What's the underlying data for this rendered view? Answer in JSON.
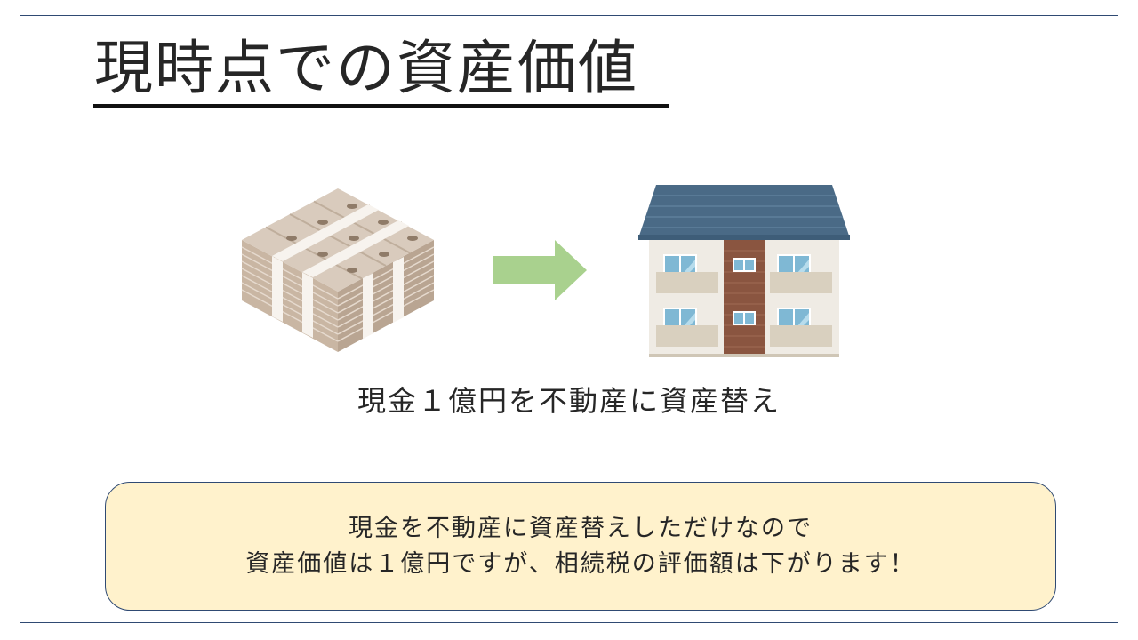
{
  "slide": {
    "title": "現時点での資産価値",
    "caption": "現金１億円を不動産に資産替え",
    "note_lines": [
      "現金を不動産に資産替えしただけなので",
      "資産価値は１億円ですが、相続税の評価額は下がります！"
    ]
  },
  "icons": {
    "money": "banknote-stack-icon",
    "arrow": "right-arrow-icon",
    "building": "apartment-building-icon"
  },
  "colors": {
    "border": "#2f4a73",
    "arrow": "#a9d18e",
    "note_background": "#fff2cc",
    "roof": "#4a6a86",
    "brick": "#8a5540",
    "window": "#7fb8d4"
  }
}
